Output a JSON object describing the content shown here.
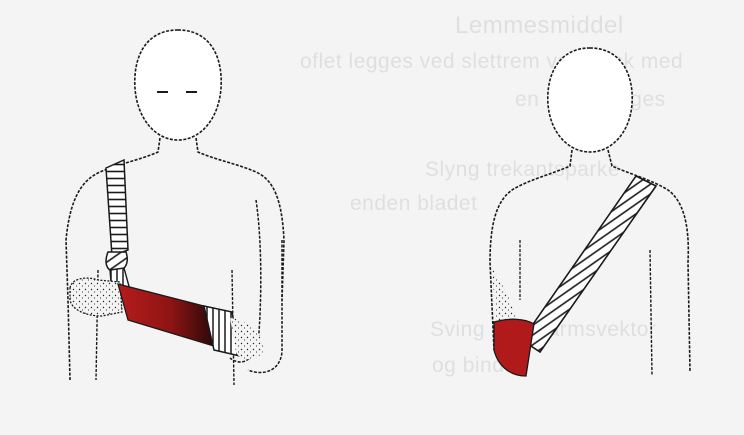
{
  "scene": {
    "background": "#f4f4f4",
    "ink": "#1a1a1a",
    "sling_color": "#a01818",
    "sling_dark": "#3a0a0a",
    "strap_fill": "#ffffff",
    "figures": [
      {
        "id": "front",
        "view": "front"
      },
      {
        "id": "back",
        "view": "back"
      }
    ]
  },
  "bleed_through": {
    "opacity": "faint",
    "note_lines": [
      "Lemmesmiddel",
      "oflet legges ved slettrem ved læsk med",
      "en anne legges",
      "Slyng trekantsparke",
      "enden bladet",
      "Sving underarmsvektor",
      "og bind"
    ]
  }
}
